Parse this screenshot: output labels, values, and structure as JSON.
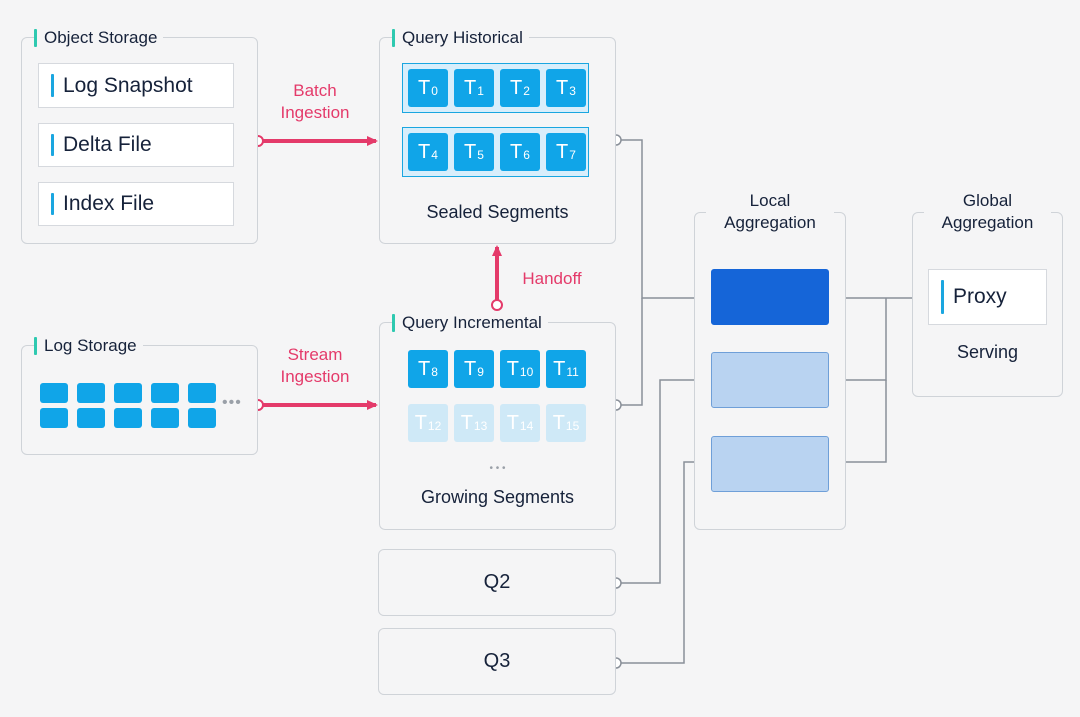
{
  "object_storage": {
    "title": "Object Storage",
    "items": [
      "Log Snapshot",
      "Delta File",
      "Index File"
    ]
  },
  "log_storage": {
    "title": "Log Storage"
  },
  "batch_ingestion": {
    "line1": "Batch",
    "line2": "Ingestion"
  },
  "stream_ingestion": {
    "line1": "Stream",
    "line2": "Ingestion"
  },
  "handoff": {
    "label": "Handoff"
  },
  "query_historical": {
    "title": "Query Historical",
    "row1": [
      {
        "t": "T",
        "n": "0"
      },
      {
        "t": "T",
        "n": "1"
      },
      {
        "t": "T",
        "n": "2"
      },
      {
        "t": "T",
        "n": "3"
      }
    ],
    "row2": [
      {
        "t": "T",
        "n": "4"
      },
      {
        "t": "T",
        "n": "5"
      },
      {
        "t": "T",
        "n": "6"
      },
      {
        "t": "T",
        "n": "7"
      }
    ],
    "caption": "Sealed Segments"
  },
  "query_incremental": {
    "title": "Query Incremental",
    "row1": [
      {
        "t": "T",
        "n": "8"
      },
      {
        "t": "T",
        "n": "9"
      },
      {
        "t": "T",
        "n": "10"
      },
      {
        "t": "T",
        "n": "11"
      }
    ],
    "row2": [
      {
        "t": "T",
        "n": "12"
      },
      {
        "t": "T",
        "n": "13"
      },
      {
        "t": "T",
        "n": "14"
      },
      {
        "t": "T",
        "n": "15"
      }
    ],
    "ellipsis": "• • •",
    "caption": "Growing Segments"
  },
  "q2": {
    "label": "Q2"
  },
  "q3": {
    "label": "Q3"
  },
  "local_aggregation": {
    "line1": "Local",
    "line2": "Aggregation"
  },
  "global_aggregation": {
    "line1": "Global",
    "line2": "Aggregation",
    "proxy": "Proxy",
    "caption": "Serving"
  },
  "colors": {
    "accent_pink": "#e43a6a",
    "token_blue": "#10a5e8",
    "agg_dark": "#1565d8",
    "agg_light": "#b9d3f1"
  }
}
